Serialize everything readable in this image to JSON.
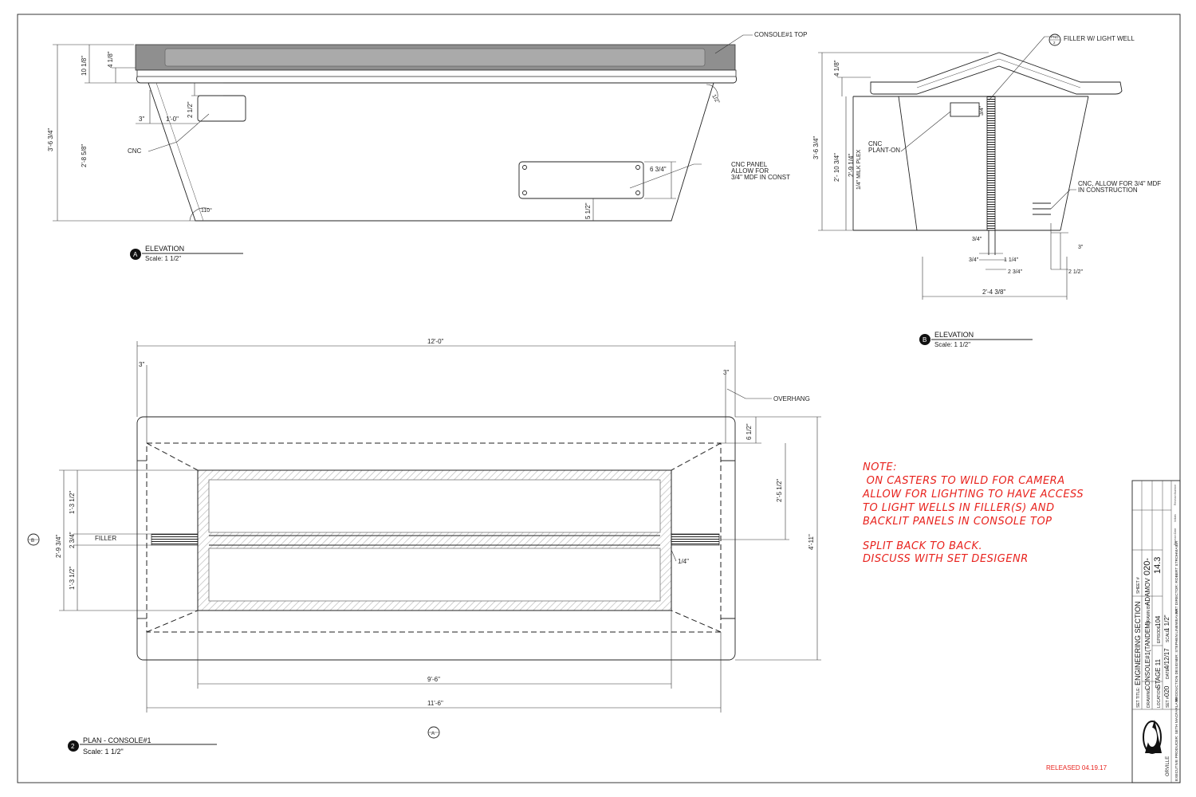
{
  "elevation_a": {
    "title": "ELEVATION",
    "scale": "Scale: 1 1/2\"",
    "bubble": "A",
    "labels": {
      "console_top": "CONSOLE#1 TOP",
      "cnc": "CNC",
      "cnc_panel_1": "CNC PANEL",
      "cnc_panel_2": "ALLOW FOR",
      "cnc_panel_3": "3/4\" MDF IN CONST"
    },
    "dims": {
      "overall_h": "3'-6 3/4\"",
      "lower_h": "2'-8 5/8\"",
      "top_h": "10 1/8\"",
      "top_4": "4 1/8\"",
      "small_2": "2 1/2\"",
      "small_3": "3\"",
      "small_1ft": "1'-0\"",
      "panel_h": "6 3/4\"",
      "panel_off": "5 1/2\"",
      "angle": "110°",
      "corner": "1/2\""
    }
  },
  "elevation_b": {
    "title": "ELEVATION",
    "scale": "Scale: 1 1/2\"",
    "bubble": "B",
    "labels": {
      "filler": "FILLER W/ LIGHT WELL",
      "ref_top": "PND",
      "ref_bot": "2",
      "cnc_plant_1": "CNC",
      "cnc_plant_2": "PLANT-ON",
      "cnc_allow_1": "CNC, ALLOW FOR 3/4\" MDF",
      "cnc_allow_2": "IN CONSTRUCTION"
    },
    "dims": {
      "overall_h": "3'-6 3/4\"",
      "body_h": "2'- 10 3/4\"",
      "inner_h": "2'-9 1/4\"",
      "milk": "1/4\" MILK PLEX",
      "top_4": "4 1/8\"",
      "d34a": "3/4\"",
      "d34b": "3/4\"",
      "d34c": "3/4\"",
      "d114": "1 1/4\"",
      "d234": "2 3/4\"",
      "d3": "3\"",
      "d212": "2 1/2\"",
      "width": "2'-4 3/8\""
    }
  },
  "plan": {
    "title": "PLAN - CONSOLE#1",
    "scale": "Scale: 1 1/2\"",
    "bubble": "2",
    "marker_b": "B",
    "marker_a": "A",
    "labels": {
      "filler": "FILLER",
      "overhang": "OVERHANG"
    },
    "dims": {
      "overall_w": "12'-0\"",
      "left_3": "3\"",
      "right_3": "3\"",
      "d612": "6 1/2\"",
      "d251": "2'-5 1/2\"",
      "d411": "4'-11\"",
      "d294": "2'-9 3/4\"",
      "d1312a": "1'-3 1/2\"",
      "d234": "2 3/4\"",
      "d1312b": "1'-3 1/2\"",
      "d14": "1/4\"",
      "d96": "9'-6\"",
      "d116": "11'-6\""
    }
  },
  "note": {
    "lines": [
      "NOTE:",
      " ON CASTERS TO WILD FOR CAMERA",
      "ALLOW FOR LIGHTING TO HAVE ACCESS",
      "TO LIGHT WELLS IN FILLER(S) AND",
      "BACKLIT PANELS IN CONSOLE TOP",
      "",
      "SPLIT BACK TO BACK.",
      "DISCUSS WITH SET DESIGENR"
    ]
  },
  "released": "RELEASED 04.19.17",
  "title_block": {
    "set_title": "ENGINEERING SECTION",
    "set_title_label": "SET TITLE:",
    "drawing_label": "DRAWING:",
    "drawing": "CONSOLE#1(TANDEM)",
    "drawn_by_label": "DRAWN BY:",
    "drawn_by": "ADAMOV",
    "location_label": "LOCATION:",
    "location": "STAGE 11",
    "episode_label": "EPISODE:",
    "episode": "104",
    "set_label": "SET #:",
    "set_no": "020",
    "date_label": "DATE:",
    "date": "4/12/17",
    "scale_label": "SCALE:",
    "scale": "1 1/2\"",
    "sheet_label": "SHEET #",
    "sheet_1": "020-",
    "sheet_2": "14.3",
    "art_director": "ART DIRECTOR: ROBERT STROHMAIER",
    "production_designer": "PRODUCTION DESIGNER: STEPHEN LINEWEAVER",
    "executive_producer": "EXECUTIVE PRODUCER: SETH MACFARLANE",
    "logo_text": "ORVILLE",
    "revision_1": "Revision",
    "revision_2": "Number",
    "revision_3": "Revision",
    "revision_4": "Date",
    "revision_5": "Initials"
  }
}
